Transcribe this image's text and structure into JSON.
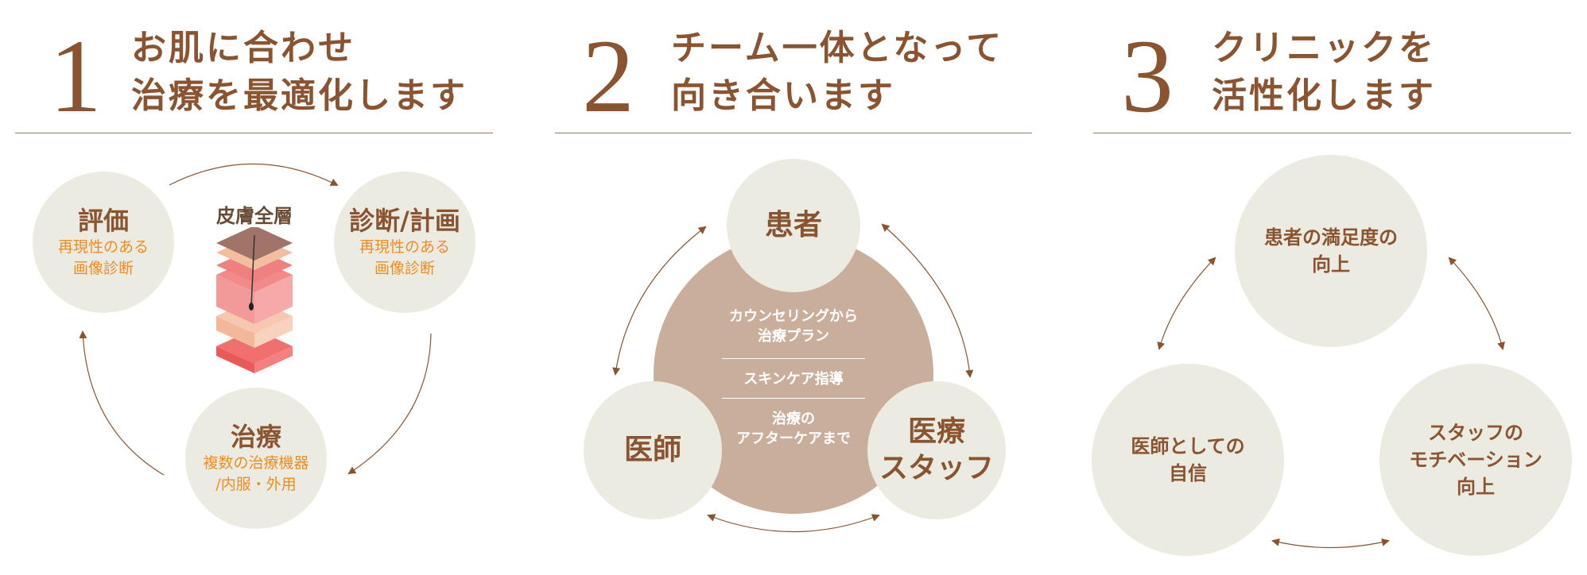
{
  "sections": [
    {
      "number": "1",
      "title_line1": "お肌に合わせ",
      "title_line2": "治療を最適化します",
      "illustration_label": "皮膚全層",
      "nodes": [
        {
          "title": "評価",
          "sub1": "再現性のある",
          "sub2": "画像診断"
        },
        {
          "title": "診断/計画",
          "sub1": "再現性のある",
          "sub2": "画像診断"
        },
        {
          "title": "治療",
          "sub1": "複数の治療機器",
          "sub2": "/内服・外用"
        }
      ]
    },
    {
      "number": "2",
      "title_line1": "チーム一体となって",
      "title_line2": "向き合います",
      "nodes": {
        "top": "患者",
        "left": "医師",
        "right_line1": "医療",
        "right_line2": "スタッフ"
      },
      "center": {
        "item1_line1": "カウンセリングから",
        "item1_line2": "治療プラン",
        "item2": "スキンケア指導",
        "item3_line1": "治療の",
        "item3_line2": "アフターケアまで"
      }
    },
    {
      "number": "3",
      "title_line1": "クリニックを",
      "title_line2": "活性化します",
      "nodes": {
        "top_line1": "患者の満足度の",
        "top_line2": "向上",
        "left_line1": "医師としての",
        "left_line2": "自信",
        "right_line1": "スタッフの",
        "right_line2": "モチベーション",
        "right_line3": "向上"
      }
    }
  ],
  "colors": {
    "brown": "#8a5430",
    "orange": "#f08c1e",
    "circle": "#ecebe2",
    "center_circle": "#c9ae9c"
  }
}
